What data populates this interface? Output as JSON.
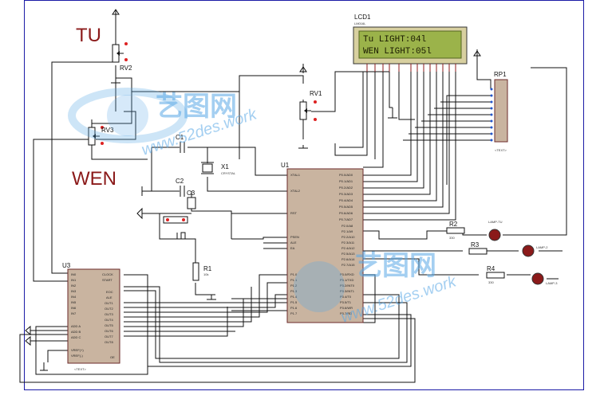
{
  "labels": {
    "tu": "TU",
    "wen": "WEN",
    "rv1": "RV1",
    "rv2": "RV2",
    "rv3": "RV3",
    "lcd1": "LCD1",
    "lcd_model": "LM016L",
    "rp1": "RP1",
    "u1": "U1",
    "u3": "U3",
    "x1": "X1",
    "x1_type": "CRYSTAL",
    "c1": "C1",
    "c2": "C2",
    "c3": "C3",
    "r1": "R1",
    "r2": "R2",
    "r3": "R3",
    "r4": "R4",
    "text_tag": "<TEXT>",
    "r1_value": "10k",
    "r2_value": "330",
    "r4_value": "330"
  },
  "lcd": {
    "line1": "Tu     LIGHT:04l",
    "line2": "WEN    LIGHT:05l"
  },
  "u1_pins_left": [
    "XTAL1",
    "XTAL2",
    "RST",
    "PSEN",
    "ALE",
    "EA",
    "P1.0",
    "P1.1",
    "P1.2",
    "P1.3",
    "P1.4",
    "P1.5",
    "P1.6",
    "P1.7"
  ],
  "u1_pins_right": [
    "P0.0/AD0",
    "P0.1/AD1",
    "P0.2/AD2",
    "P0.3/AD3",
    "P0.4/AD4",
    "P0.5/AD5",
    "P0.6/AD6",
    "P0.7/AD7",
    "P2.0/A8",
    "P2.1/A9",
    "P2.2/A10",
    "P2.3/A11",
    "P2.4/A12",
    "P2.5/A13",
    "P2.6/A14",
    "P2.7/A15",
    "P3.0/RXD",
    "P3.1/TXD",
    "P3.2/INT0",
    "P3.3/INT1",
    "P3.4/T0",
    "P3.5/T1",
    "P3.6/WR",
    "P3.7/RD"
  ],
  "u3_pins_left": [
    "IN0",
    "IN1",
    "IN2",
    "IN3",
    "IN4",
    "IN5",
    "IN6",
    "IN7",
    "ADD A",
    "ADD B",
    "ADD C",
    "VREF(+)",
    "VREF(-)"
  ],
  "u3_pins_right": [
    "CLOCK",
    "START",
    "EOC",
    "ALE",
    "OUT1",
    "OUT2",
    "OUT3",
    "OUT4",
    "OUT5",
    "OUT6",
    "OUT7",
    "OUT8",
    "OE"
  ],
  "lamp_labels": [
    "LAMP-TU",
    "LAMP-2",
    "LAMP-3"
  ],
  "watermark": {
    "cn": "艺图网",
    "url": "www.52des.work"
  },
  "colors": {
    "wire": "#111111",
    "ic_fill": "#c9b4a0",
    "lcd_bg": "#9bb34a",
    "accent_red": "#8b1a1a",
    "watermark": "#5aa8e6",
    "border": "#1a1aa6"
  }
}
